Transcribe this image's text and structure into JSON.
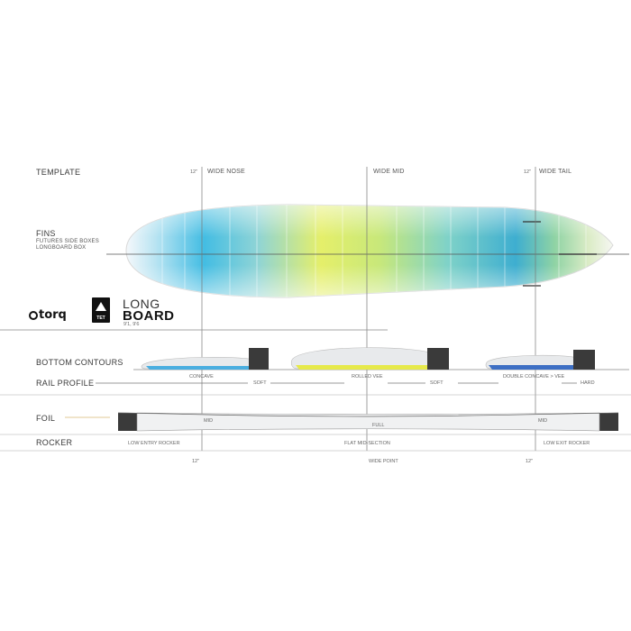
{
  "rows": {
    "template": "TEMPLATE",
    "fins": "FINS",
    "fins_sub1": "FUTURES SIDE BOXES",
    "fins_sub2": "LONGBOARD BOX",
    "bottom_contours": "BOTTOM  CONTOURS",
    "rail_profile": "RAIL PROFILE",
    "foil": "FOIL",
    "rocker": "ROCKER"
  },
  "top_markers": {
    "nose_measure": "12\"",
    "wide_nose": "WIDE NOSE",
    "wide_mid": "WIDE MID",
    "tail_measure": "12\"",
    "wide_tail": "WIDE TAIL"
  },
  "bottom_markers": {
    "nose_measure": "12\"",
    "wide_point": "WIDE POINT",
    "tail_measure": "12\""
  },
  "contours": {
    "nose": "CONCAVE",
    "mid": "ROLLED VEE",
    "tail": "DOUBLE CONCAVE > VEE"
  },
  "rail": {
    "nose": "SOFT",
    "mid": "SOFT",
    "tail": "HARD"
  },
  "foil": {
    "nose": "MID",
    "mid": "FULL",
    "tail": "MID"
  },
  "rocker": {
    "nose": "LOW ENTRY ROCKER",
    "mid": "FLAT MID-SECTION",
    "tail": "LOW EXIT ROCKER"
  },
  "brand": {
    "name": "torq",
    "tet": "TET",
    "model_line1": "LONG",
    "model_line2": "BOARD",
    "sizes": "9'1, 9'6"
  },
  "colors": {
    "nose_blue": "#3fb8df",
    "mid_yellow": "#e4ec5a",
    "tail_teal": "#33a9b8",
    "concave_blue": "#4aaee0",
    "vee_yellow": "#e6e94a",
    "tail_blue": "#3d6fc4",
    "dark_block": "#3a3a3a"
  }
}
